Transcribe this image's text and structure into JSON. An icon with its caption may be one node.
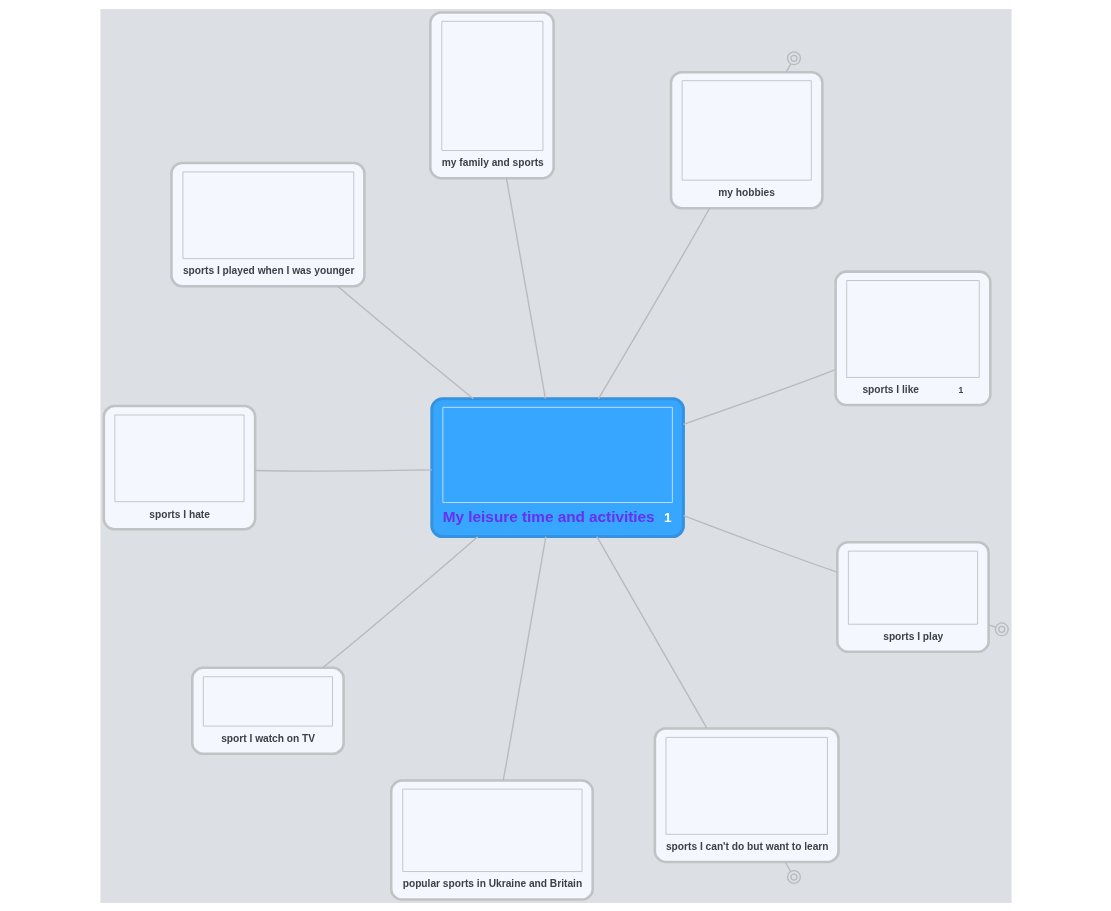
{
  "diagram": {
    "nodes": [
      {
        "text": [
          "My leisure time and activities",
          "1"
        ]
      },
      {
        "text": [
          "my family and sports"
        ]
      },
      {
        "text": [
          "my hobbies"
        ]
      },
      {
        "text": [
          "sports I like",
          "1"
        ]
      },
      {
        "text": [
          "sports I play"
        ]
      },
      {
        "text": [
          "sports I can't do but want to learn"
        ]
      },
      {
        "text": [
          "popular sports in Ukraine and Britain"
        ]
      },
      {
        "text": [
          "sport I watch on TV"
        ]
      },
      {
        "text": [
          "sports I hate"
        ]
      },
      {
        "text": [
          "sports I played when I was younger"
        ]
      },
      {
        "text": [],
        "shape": "circle"
      },
      {
        "text": [],
        "shape": "circle"
      },
      {
        "text": [],
        "shape": "circle"
      }
    ],
    "edges": [
      {
        "from": 0,
        "to": 1,
        "arrow": "none"
      },
      {
        "from": 0,
        "to": 2,
        "arrow": "none"
      },
      {
        "from": 0,
        "to": 3,
        "arrow": "none"
      },
      {
        "from": 0,
        "to": 4,
        "arrow": "none"
      },
      {
        "from": 0,
        "to": 5,
        "arrow": "none"
      },
      {
        "from": 0,
        "to": 6,
        "arrow": "none"
      },
      {
        "from": 0,
        "to": 7,
        "arrow": "none"
      },
      {
        "from": 0,
        "to": 8,
        "arrow": "none"
      },
      {
        "from": 0,
        "to": 9,
        "arrow": "none"
      },
      {
        "from": 2,
        "to": 10,
        "arrow": "none"
      },
      {
        "from": 4,
        "to": 11,
        "arrow": "none"
      },
      {
        "from": 5,
        "to": 12,
        "arrow": "none"
      }
    ]
  }
}
